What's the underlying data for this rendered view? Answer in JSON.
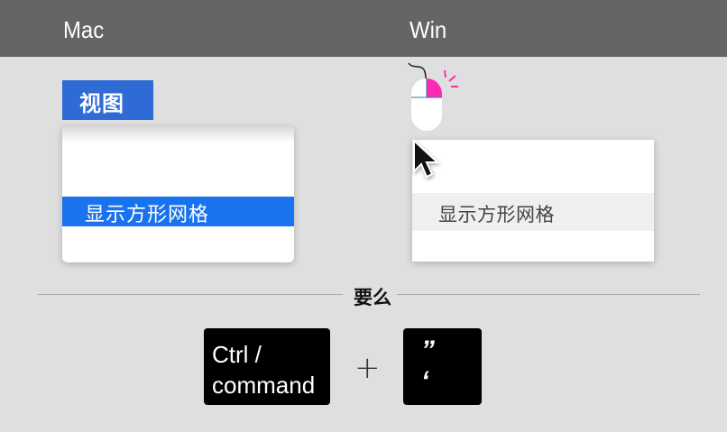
{
  "header": {
    "mac_label": "Mac",
    "win_label": "Win"
  },
  "mac": {
    "menu_title": "视图",
    "menu_item": "显示方形网格",
    "accent_color": "#1a73ee",
    "title_color": "#2e6bd4"
  },
  "win": {
    "mouse_icon": "mouse-right-click-icon",
    "cursor_icon": "arrow-cursor-icon",
    "menu_item": "显示方形网格",
    "click_color": "#ff2ab4"
  },
  "divider": {
    "or_text": "要么"
  },
  "shortcut": {
    "key1_line1": "Ctrl /",
    "key1_line2": "command",
    "plus": "+",
    "key2_line1": "”",
    "key2_line2": "‘"
  }
}
